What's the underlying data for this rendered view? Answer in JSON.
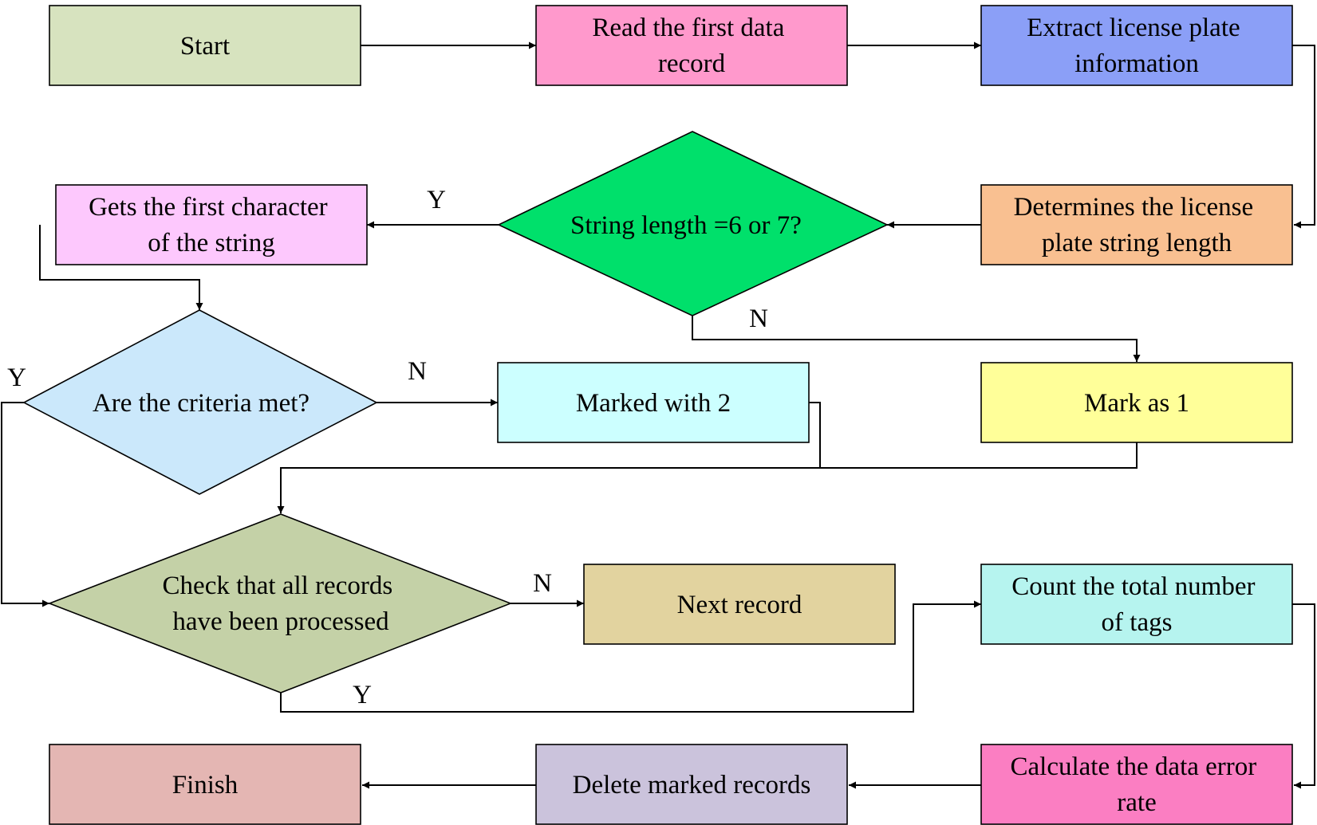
{
  "nodes": {
    "start": {
      "lines": [
        "Start"
      ],
      "color": "#d7e3bf"
    },
    "read_first": {
      "lines": [
        "Read the first data",
        "record"
      ],
      "color": "#ff99cc"
    },
    "extract": {
      "lines": [
        "Extract license plate",
        "information"
      ],
      "color": "#8b9ff7"
    },
    "determine": {
      "lines": [
        "Determines the license",
        "plate string length"
      ],
      "color": "#f9c091"
    },
    "string_len": {
      "lines": [
        "String length =6 or 7?"
      ],
      "color": "#00e06b"
    },
    "first_char": {
      "lines": [
        "Gets the first character",
        "of the string"
      ],
      "color": "#fdc8fd"
    },
    "criteria": {
      "lines": [
        "Are the criteria met?"
      ],
      "color": "#cbe8fb"
    },
    "marked2": {
      "lines": [
        "Marked with 2"
      ],
      "color": "#ccffff"
    },
    "mark1": {
      "lines": [
        "Mark as 1"
      ],
      "color": "#ffff99"
    },
    "check_all": {
      "lines": [
        "Check that all records",
        "have been processed"
      ],
      "color": "#c4d1a7"
    },
    "next_record": {
      "lines": [
        "Next record"
      ],
      "color": "#e2d39f"
    },
    "count": {
      "lines": [
        "Count the total number",
        "of tags"
      ],
      "color": "#b6f4ef"
    },
    "error_rate": {
      "lines": [
        "Calculate the data error",
        "rate"
      ],
      "color": "#fb7ec2"
    },
    "delete": {
      "lines": [
        "Delete marked records"
      ],
      "color": "#cbc3dc"
    },
    "finish": {
      "lines": [
        "Finish"
      ],
      "color": "#e4b6b3"
    }
  },
  "branch_labels": {
    "string_len_yes": "Y",
    "string_len_no": "N",
    "criteria_yes": "Y",
    "criteria_no": "N",
    "check_all_no": "N",
    "check_all_yes": "Y"
  }
}
